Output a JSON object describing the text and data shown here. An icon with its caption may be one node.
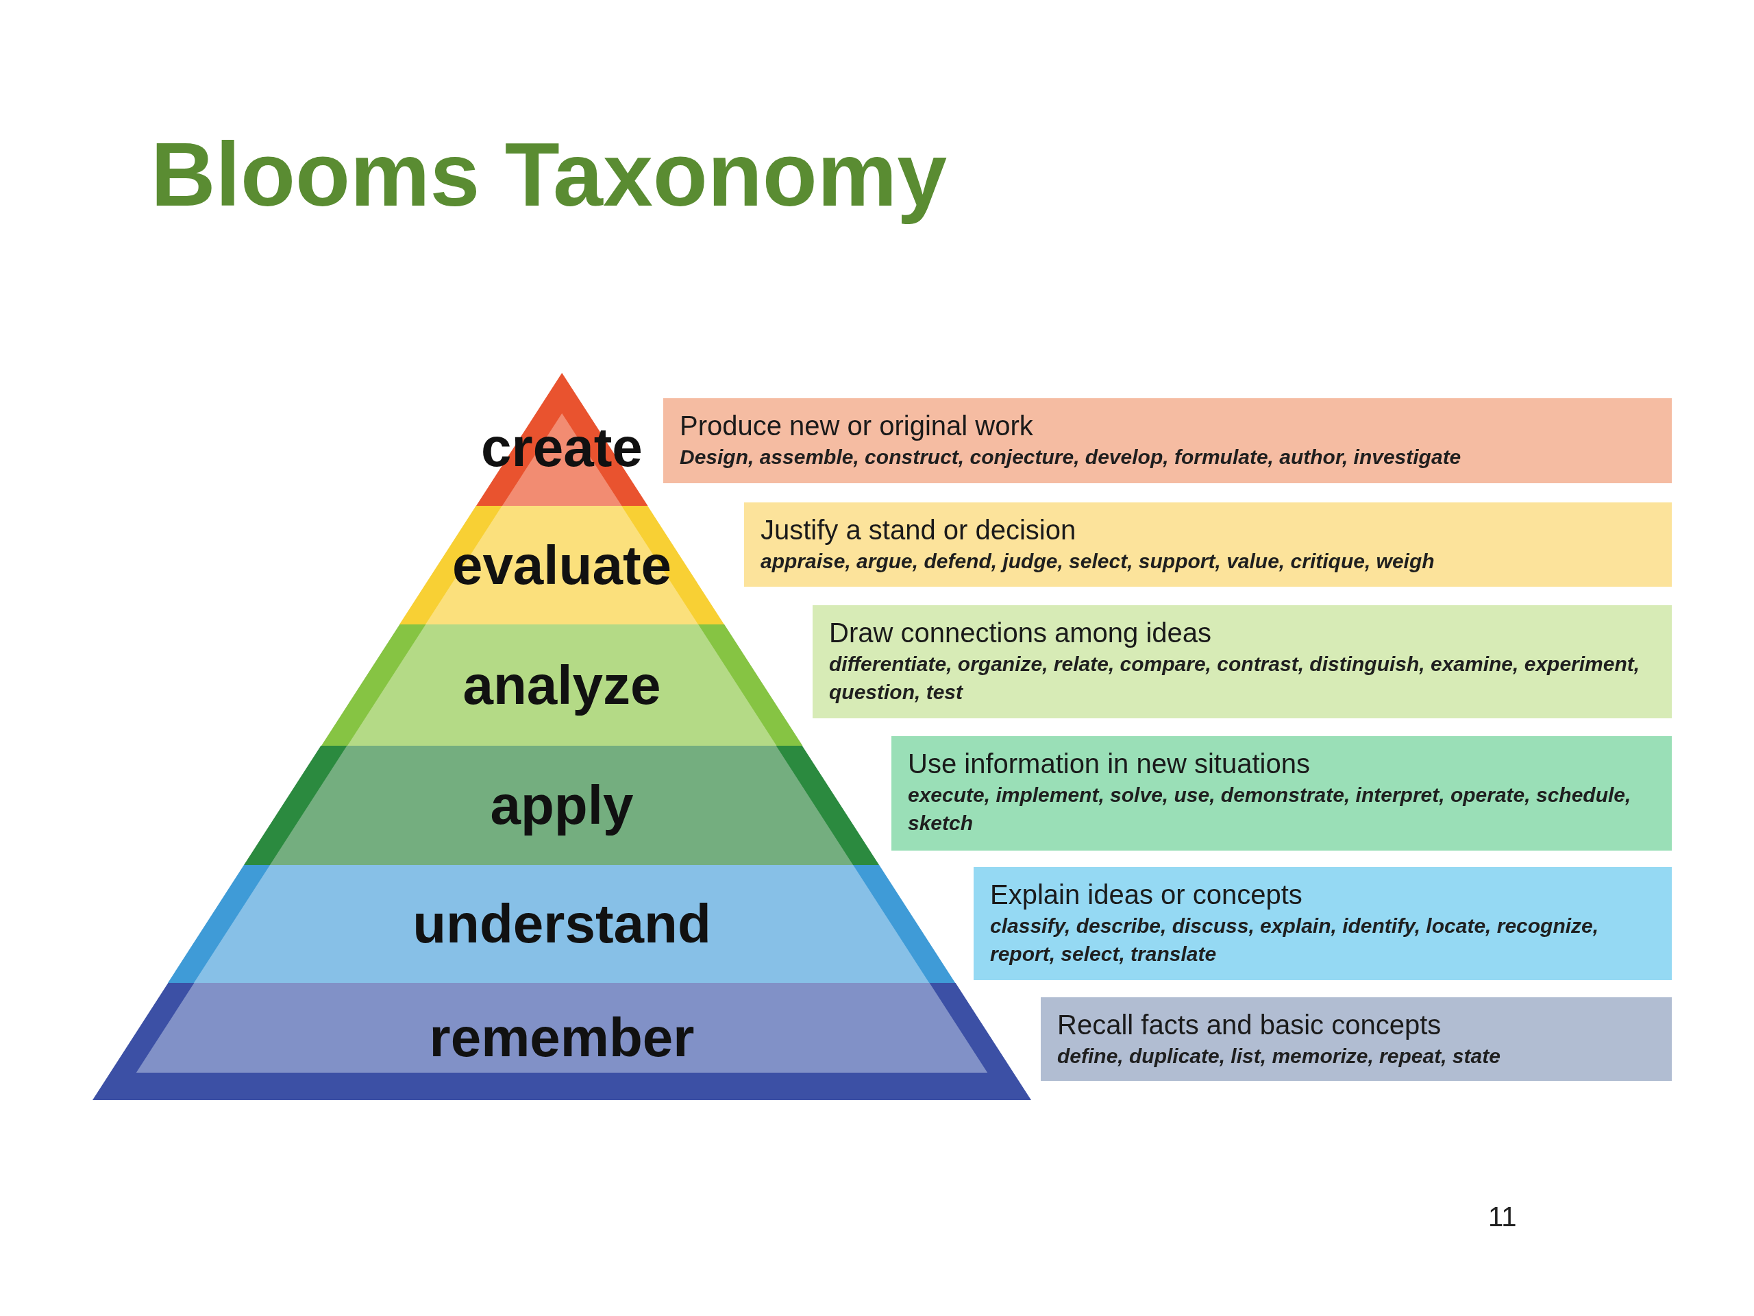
{
  "diagram": {
    "title": "Blooms Taxonomy",
    "nodes": [
      {
        "text": [
          "create"
        ]
      },
      {
        "text": [
          "Produce new or original work",
          "Design, assemble, construct, conjecture, develop, formulate, author, investigate"
        ]
      },
      {
        "text": [
          "evaluate"
        ]
      },
      {
        "text": [
          "Justify a stand or decision",
          "appraise, argue, defend, judge, select, support, value, critique, weigh"
        ]
      },
      {
        "text": [
          "analyze"
        ]
      },
      {
        "text": [
          "Draw connections among ideas",
          "differentiate, organize, relate, compare, contrast, distinguish, examine, experiment, question, test"
        ]
      },
      {
        "text": [
          "apply"
        ]
      },
      {
        "text": [
          "Use information in new situations",
          "execute, implement, solve, use, demonstrate, interpret, operate, schedule, sketch"
        ]
      },
      {
        "text": [
          "understand"
        ]
      },
      {
        "text": [
          "Explain ideas or concepts",
          "classify, describe, discuss, explain, identify, locate, recognize, report, select, translate"
        ]
      },
      {
        "text": [
          "remember"
        ]
      },
      {
        "text": [
          "Recall facts and basic concepts",
          "define, duplicate, list, memorize, repeat, state"
        ]
      }
    ],
    "labels": [
      "11"
    ]
  }
}
